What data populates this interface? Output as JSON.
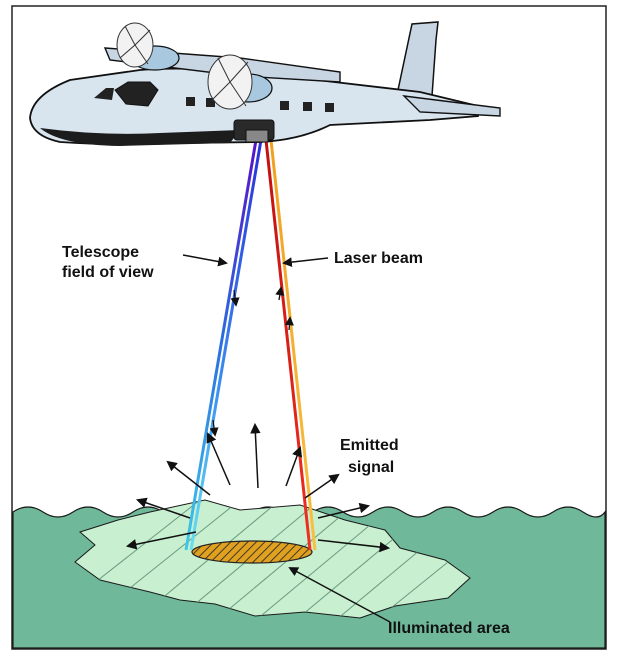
{
  "labels": {
    "telescope_line1": "Telescope",
    "telescope_line2": "field of view",
    "laser_beam": "Laser beam",
    "emitted_line1": "Emitted",
    "emitted_line2": "signal",
    "illuminated_area": "Illuminated area"
  },
  "colors": {
    "sea": "#6fb89a",
    "patch": "#c8f0d0",
    "illuminated_spot": "#e0a020",
    "aircraft_body": "#d8e4ee",
    "aircraft_belly": "#1c1c1c",
    "laser_red": "#e02020",
    "laser_orange": "#f0a030",
    "telescope_blue": "#2040e0",
    "telescope_cyan": "#60d0f0"
  }
}
